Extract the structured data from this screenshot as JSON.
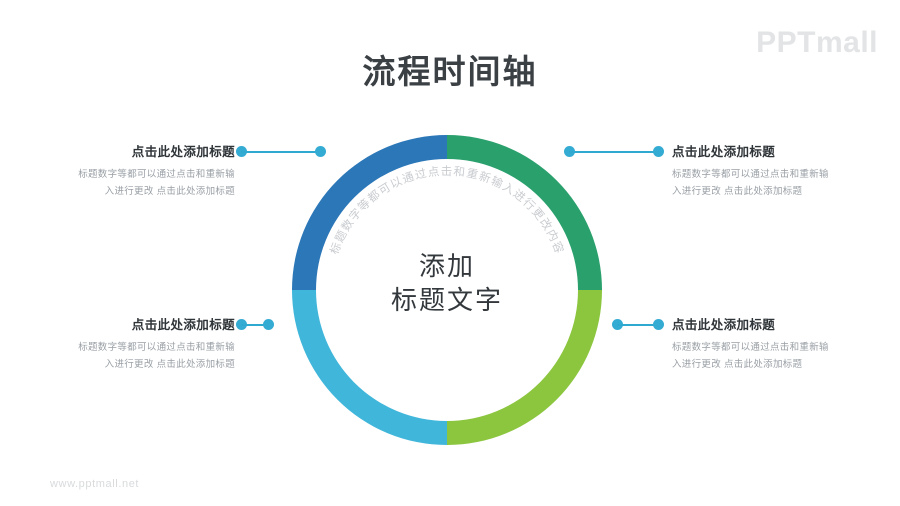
{
  "brand": {
    "logo_text": "PPTmall",
    "footer_url": "www.pptmall.net"
  },
  "header": {
    "title": "流程时间轴"
  },
  "donut": {
    "center_line1": "添加",
    "center_line2": "标题文字",
    "watermark_text": "标题数字等都可以通过点击和重新输入进行更改内容",
    "segments": [
      {
        "name": "top-left",
        "color": "#2b77b8",
        "start_deg": 270,
        "end_deg": 360
      },
      {
        "name": "top-right",
        "color": "#2aa06d",
        "start_deg": 0,
        "end_deg": 90
      },
      {
        "name": "bottom-right",
        "color": "#8cc63f",
        "start_deg": 90,
        "end_deg": 180
      },
      {
        "name": "bottom-left",
        "color": "#40b6db",
        "start_deg": 180,
        "end_deg": 270
      }
    ]
  },
  "accent": {
    "connector_color": "#2fa9cf",
    "node_color": "#34abd2"
  },
  "callouts": [
    {
      "id": "top-left",
      "title": "点击此处添加标题",
      "body_line1": "标题数字等都可以通过点击和重新输",
      "body_line2": "入进行更改 点击此处添加标题"
    },
    {
      "id": "top-right",
      "title": "点击此处添加标题",
      "body_line1": "标题数字等都可以通过点击和重新输",
      "body_line2": "入进行更改 点击此处添加标题"
    },
    {
      "id": "bottom-left",
      "title": "点击此处添加标题",
      "body_line1": "标题数字等都可以通过点击和重新输",
      "body_line2": "入进行更改 点击此处添加标题"
    },
    {
      "id": "bottom-right",
      "title": "点击此处添加标题",
      "body_line1": "标题数字等都可以通过点击和重新输",
      "body_line2": "入进行更改 点击此处添加标题"
    }
  ]
}
